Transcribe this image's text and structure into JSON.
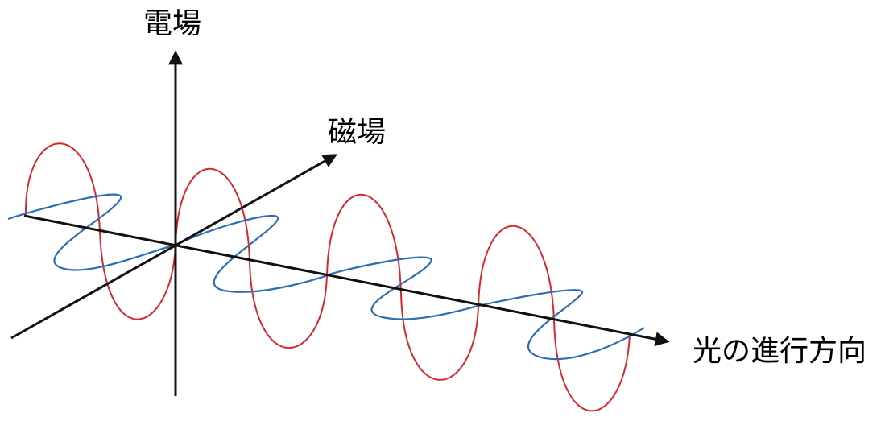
{
  "labels": {
    "electric_field": "電場",
    "magnetic_field": "磁場",
    "propagation_direction": "光の進行方向"
  },
  "colors": {
    "electric_wave": "#d42a2f",
    "magnetic_wave": "#2f6db3",
    "axes": "#111111"
  }
}
